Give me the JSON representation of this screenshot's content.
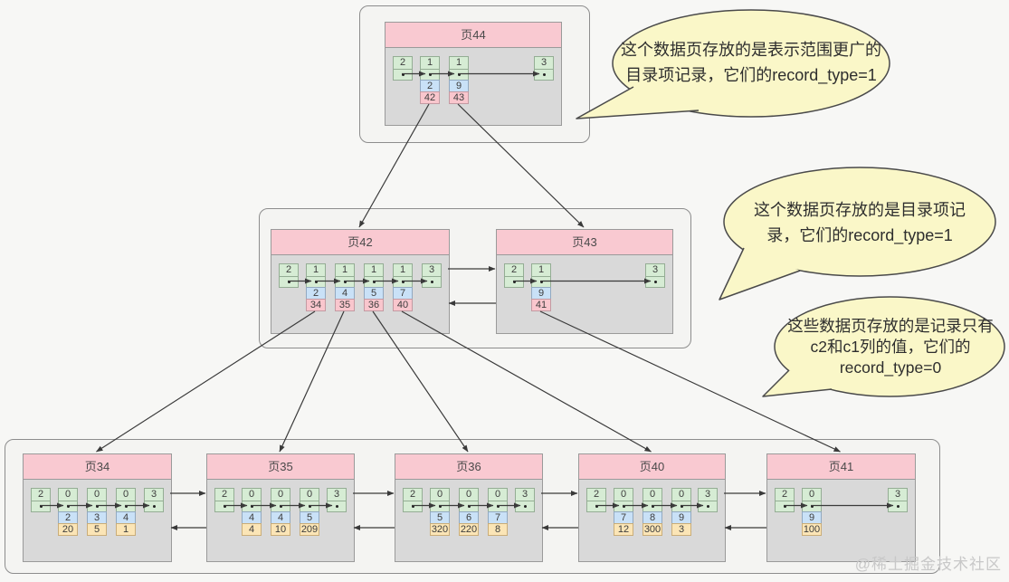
{
  "watermark": "@稀土掘金技术社区",
  "colors": {
    "pink_header": "#f9c9d1",
    "cell_green": "#d6ecd4",
    "cell_green_border": "#94ad94",
    "cell_blue": "#c9e1f7",
    "cell_blue_border": "#92a9c0",
    "cell_pink": "#f9c6cd",
    "cell_pink_border": "#c39aa2",
    "cell_orange": "#fbe5b6",
    "cell_orange_border": "#c9ad79",
    "bubble_fill": "#faf7c8",
    "bubble_stroke": "#4a4a4a",
    "arrow": "#3a3a3a"
  },
  "bubbles": [
    {
      "text": "这个数据页存放的是表示范围更广的\n目录项记录，它们的record_type=1"
    },
    {
      "text": "这个数据页存放的是目录项记\n录，它们的record_type=1"
    },
    {
      "text": "这些数据页存放的是记录只有\nc2和c1列的值，它们的\nrecord_type=0"
    }
  ],
  "pages": [
    {
      "title": "页44",
      "level": "root",
      "infimum_label": "2",
      "supremum_label": "3",
      "records": [
        {
          "record_type": "1",
          "key": "2",
          "child_page": "42"
        },
        {
          "record_type": "1",
          "key": "9",
          "child_page": "43"
        }
      ]
    },
    {
      "title": "页42",
      "level": "internal",
      "infimum_label": "2",
      "supremum_label": "3",
      "records": [
        {
          "record_type": "1",
          "key": "2",
          "child_page": "34"
        },
        {
          "record_type": "1",
          "key": "4",
          "child_page": "35"
        },
        {
          "record_type": "1",
          "key": "5",
          "child_page": "36"
        },
        {
          "record_type": "1",
          "key": "7",
          "child_page": "40"
        }
      ]
    },
    {
      "title": "页43",
      "level": "internal",
      "infimum_label": "2",
      "supremum_label": "3",
      "records": [
        {
          "record_type": "1",
          "key": "9",
          "child_page": "41"
        }
      ]
    },
    {
      "title": "页34",
      "level": "leaf",
      "infimum_label": "2",
      "supremum_label": "3",
      "records": [
        {
          "record_type": "0",
          "c2": "2",
          "c1": "20"
        },
        {
          "record_type": "0",
          "c2": "3",
          "c1": "5"
        },
        {
          "record_type": "0",
          "c2": "4",
          "c1": "1"
        }
      ]
    },
    {
      "title": "页35",
      "level": "leaf",
      "infimum_label": "2",
      "supremum_label": "3",
      "records": [
        {
          "record_type": "0",
          "c2": "4",
          "c1": "4"
        },
        {
          "record_type": "0",
          "c2": "4",
          "c1": "10"
        },
        {
          "record_type": "0",
          "c2": "5",
          "c1": "209"
        }
      ]
    },
    {
      "title": "页36",
      "level": "leaf",
      "infimum_label": "2",
      "supremum_label": "3",
      "records": [
        {
          "record_type": "0",
          "c2": "5",
          "c1": "320"
        },
        {
          "record_type": "0",
          "c2": "6",
          "c1": "220"
        },
        {
          "record_type": "0",
          "c2": "7",
          "c1": "8"
        }
      ]
    },
    {
      "title": "页40",
      "level": "leaf",
      "infimum_label": "2",
      "supremum_label": "3",
      "records": [
        {
          "record_type": "0",
          "c2": "7",
          "c1": "12"
        },
        {
          "record_type": "0",
          "c2": "8",
          "c1": "300"
        },
        {
          "record_type": "0",
          "c2": "9",
          "c1": "3"
        }
      ]
    },
    {
      "title": "页41",
      "level": "leaf",
      "infimum_label": "2",
      "supremum_label": "3",
      "records": [
        {
          "record_type": "0",
          "c2": "9",
          "c1": "100"
        }
      ]
    }
  ],
  "sibling_links": [
    [
      "页42",
      "页43"
    ],
    [
      "页34",
      "页35"
    ],
    [
      "页35",
      "页36"
    ],
    [
      "页36",
      "页40"
    ],
    [
      "页40",
      "页41"
    ]
  ]
}
